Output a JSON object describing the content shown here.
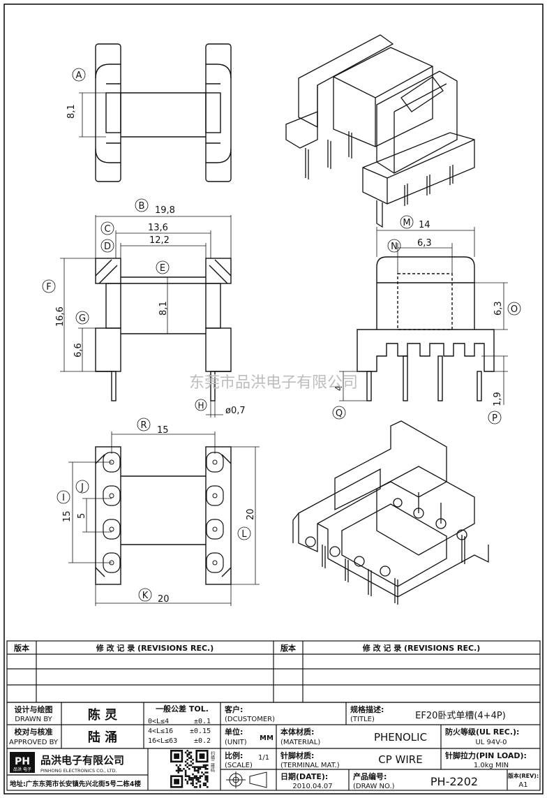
{
  "dimensions": {
    "A": "A",
    "B": "B",
    "C": "C",
    "D": "D",
    "E": "E",
    "F": "F",
    "G": "G",
    "H": "H",
    "I": "I",
    "J": "J",
    "K": "K",
    "L": "L",
    "M": "M",
    "N": "N",
    "O": "O",
    "P": "P",
    "Q": "Q",
    "R": "R",
    "a_val": "8,1",
    "b_val": "19,8",
    "c_val": "13,6",
    "d_val": "12,2",
    "e_val": "8,1",
    "f_val": "16,6",
    "g_val": "6,6",
    "h_val": "ø0,7",
    "i_val": "15",
    "j_val": "5",
    "k_val": "20",
    "l_val": "20",
    "m_val": "14",
    "n_val": "6,3",
    "o_val": "6,3",
    "p_val": "1,9",
    "q_val": "4",
    "r_val": "15"
  },
  "watermark": "东莞市品洪电子有限公司",
  "revisions": {
    "version_hdr": "版本",
    "record_hdr": "修 改 记 录 (REVISIONS REC.)"
  },
  "title_block": {
    "designer_label_cn": "设计与绘图",
    "designer_label_en": "DRAWN BY",
    "designer_name": "陈 灵",
    "checker_label_cn": "校对与核准",
    "checker_label_en": "APPROVED BY",
    "checker_name": "陆 涌",
    "tol_title": "一般公差 TOL.",
    "tol_rows": [
      {
        "range": "0<L≤4",
        "tol": "±0.1"
      },
      {
        "range": "4<L≤16",
        "tol": "±0.15"
      },
      {
        "range": "16<L≤63",
        "tol": "±0.2"
      }
    ],
    "customer_label": "客户:",
    "customer_en": "(DCUSTOMER)",
    "spec_label": "规格描述:",
    "spec_en": "(TITLE)",
    "spec_value": "EF20卧式单槽(4+4P)",
    "unit_label": "单位:",
    "unit_en": "(UNIT)",
    "unit_value": "MM",
    "material_label": "本体材质:",
    "material_en": "(MATERIAL)",
    "material_value": "PHENOLIC",
    "ul_label": "防火等级(UL REC.):",
    "ul_value": "UL 94V-0",
    "scale_label": "比例:",
    "scale_en": "(SCALE)",
    "scale_value": "1/1",
    "terminal_label": "针脚材质:",
    "terminal_en": "(TERMINAL MAT.)",
    "terminal_value": "CP WIRE",
    "pinload_label": "针脚拉力(PIN LOAD):",
    "pinload_value": "1.0kg MIN",
    "date_label": "日期(DATE):",
    "date_value": "2010.04.07",
    "drawno_label": "产品编号:",
    "drawno_en": "(DRAW NO.)",
    "drawno_value": "PH-2202",
    "rev_label": "版本(REV):",
    "rev_value": "A1",
    "company_logo": "PH",
    "company_logo_sub": "品洪 电子",
    "company_cn": "品洪电子有限公司",
    "company_en": "PINHONG ELECTRONICS CO., LTD.",
    "address": "地址:广东东莞市长安镇先兴北街5号二栋4楼",
    "qr_caption": "扫描二维码"
  }
}
